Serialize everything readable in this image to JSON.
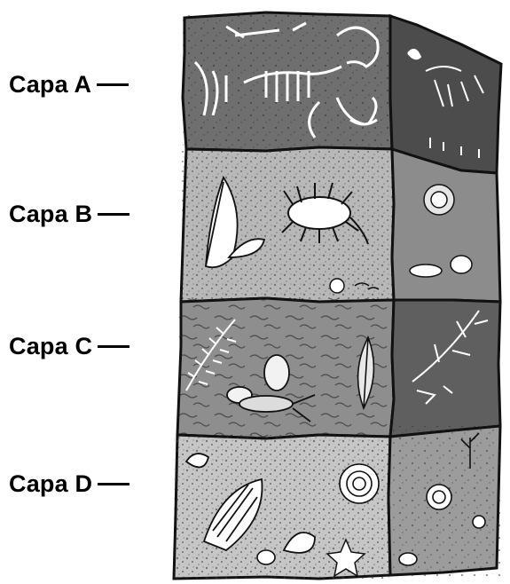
{
  "layers": [
    {
      "id": "A",
      "label": "Capa A",
      "fossils": [
        "dinosaur-skeleton",
        "bones"
      ],
      "front_color": "#6f6f6f",
      "side_color": "#4c4c4c"
    },
    {
      "id": "B",
      "label": "Capa B",
      "fossils": [
        "leaf",
        "trilobite-like-insect",
        "flower",
        "shells"
      ],
      "front_color": "#b8b8b8",
      "side_color": "#8c8c8c"
    },
    {
      "id": "C",
      "label": "Capa C",
      "fossils": [
        "fern",
        "leaf",
        "winged-insect",
        "plant-stem"
      ],
      "front_color": "#8e8e8e",
      "side_color": "#5f5f5f"
    },
    {
      "id": "D",
      "label": "Capa D",
      "fossils": [
        "scallop-shell",
        "snail-shell",
        "starfish",
        "coral"
      ],
      "front_color": "#c6c6c6",
      "side_color": "#9c9c9c"
    }
  ]
}
